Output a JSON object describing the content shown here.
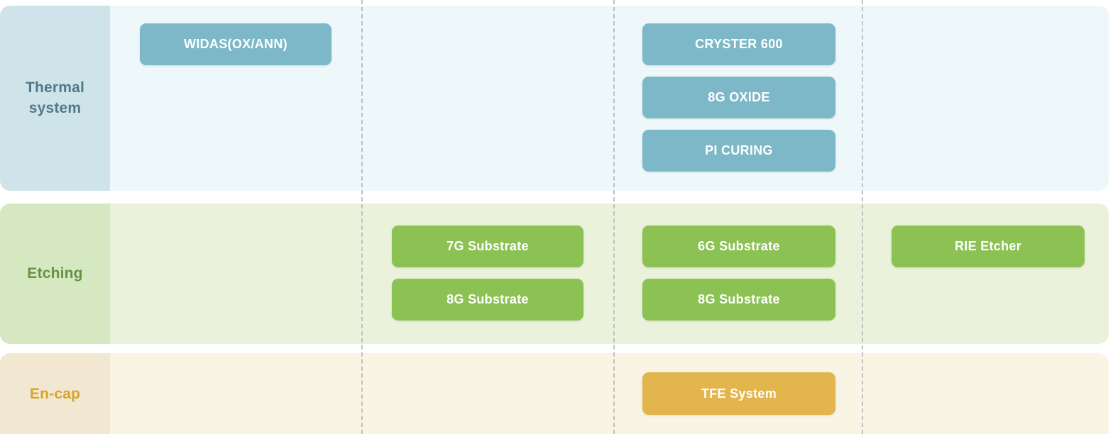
{
  "theme": {
    "page-bg": "#ffffff",
    "separator": "#bcc2c2",
    "thermal-label-bg": "#cfe4ea",
    "thermal-row-bg": "#eef7fa",
    "thermal-label-text": "#50798a",
    "thermal-button-bg": "#7cb8c8",
    "etching-label-bg": "#d6e8c2",
    "etching-row-bg": "#eaf2dc",
    "etching-label-text": "#649243",
    "etching-button-bg": "#8cc154",
    "encap-label-bg": "#f2e8d2",
    "encap-row-bg": "#faf4e5",
    "encap-label-text": "#d8a32f",
    "encap-button-bg": "#e2b64c",
    "button-text": "#ffffff"
  },
  "rows": [
    {
      "label": "Thermal system",
      "machines": [
        {
          "label": "WIDAS(OX/ANN)"
        },
        {
          "label": "CRYSTER 600"
        },
        {
          "label": "8G OXIDE"
        },
        {
          "label": "PI CURING"
        }
      ]
    },
    {
      "label": "Etching",
      "machines": [
        {
          "label": "7G Substrate"
        },
        {
          "label": "8G Substrate"
        },
        {
          "label": "6G Substrate"
        },
        {
          "label": "8G Substrate"
        },
        {
          "label": "RIE Etcher"
        }
      ]
    },
    {
      "label": "En-cap",
      "machines": [
        {
          "label": "TFE System"
        }
      ]
    }
  ]
}
